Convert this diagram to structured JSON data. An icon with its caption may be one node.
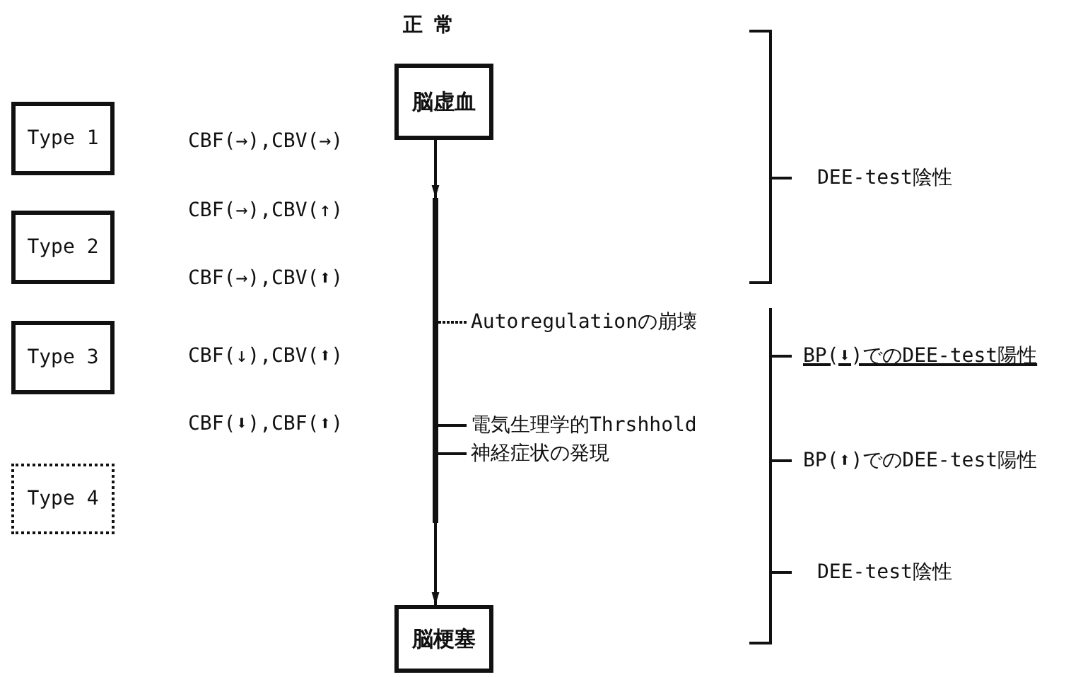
{
  "diagram": {
    "nodes": [
      {
        "text": [
          "脳虚血"
        ]
      },
      {
        "text": [
          "Type 1"
        ]
      },
      {
        "text": [
          "Type 2"
        ]
      },
      {
        "text": [
          "Type 3"
        ]
      },
      {
        "text": [
          "Type 4"
        ]
      },
      {
        "text": [],
        "shape": "bar"
      },
      {
        "text": [
          "Autoregulationの崩壊"
        ]
      },
      {
        "text": [
          "電気生理学的Thrshhold"
        ]
      },
      {
        "text": [
          "神経症状の発現"
        ]
      },
      {
        "text": [
          "脳梗塞"
        ]
      }
    ],
    "edges": [
      {
        "from": 0,
        "to": 5,
        "arrow": "to"
      },
      {
        "from": 5,
        "to": 9,
        "arrow": "to"
      },
      {
        "from": 6,
        "to": 5,
        "arrow": "none",
        "style": "dashed"
      },
      {
        "from": 7,
        "to": 5,
        "arrow": "none"
      },
      {
        "from": 8,
        "to": 5,
        "arrow": "none"
      }
    ],
    "labels": [
      "正常",
      "CBF(→),CBV(→)",
      "CBF(→),CBV(↑)",
      "CBF(→),CBV(⬆)",
      "CBF(↓),CBV(⬆)",
      "CBF(⬇),CBF(⬆)",
      "DEE-test陰性",
      "BP(⬇)でのDEE-test陽性",
      "BP(⬆)でのDEE-test陽性",
      "DEE-test陰性"
    ]
  }
}
